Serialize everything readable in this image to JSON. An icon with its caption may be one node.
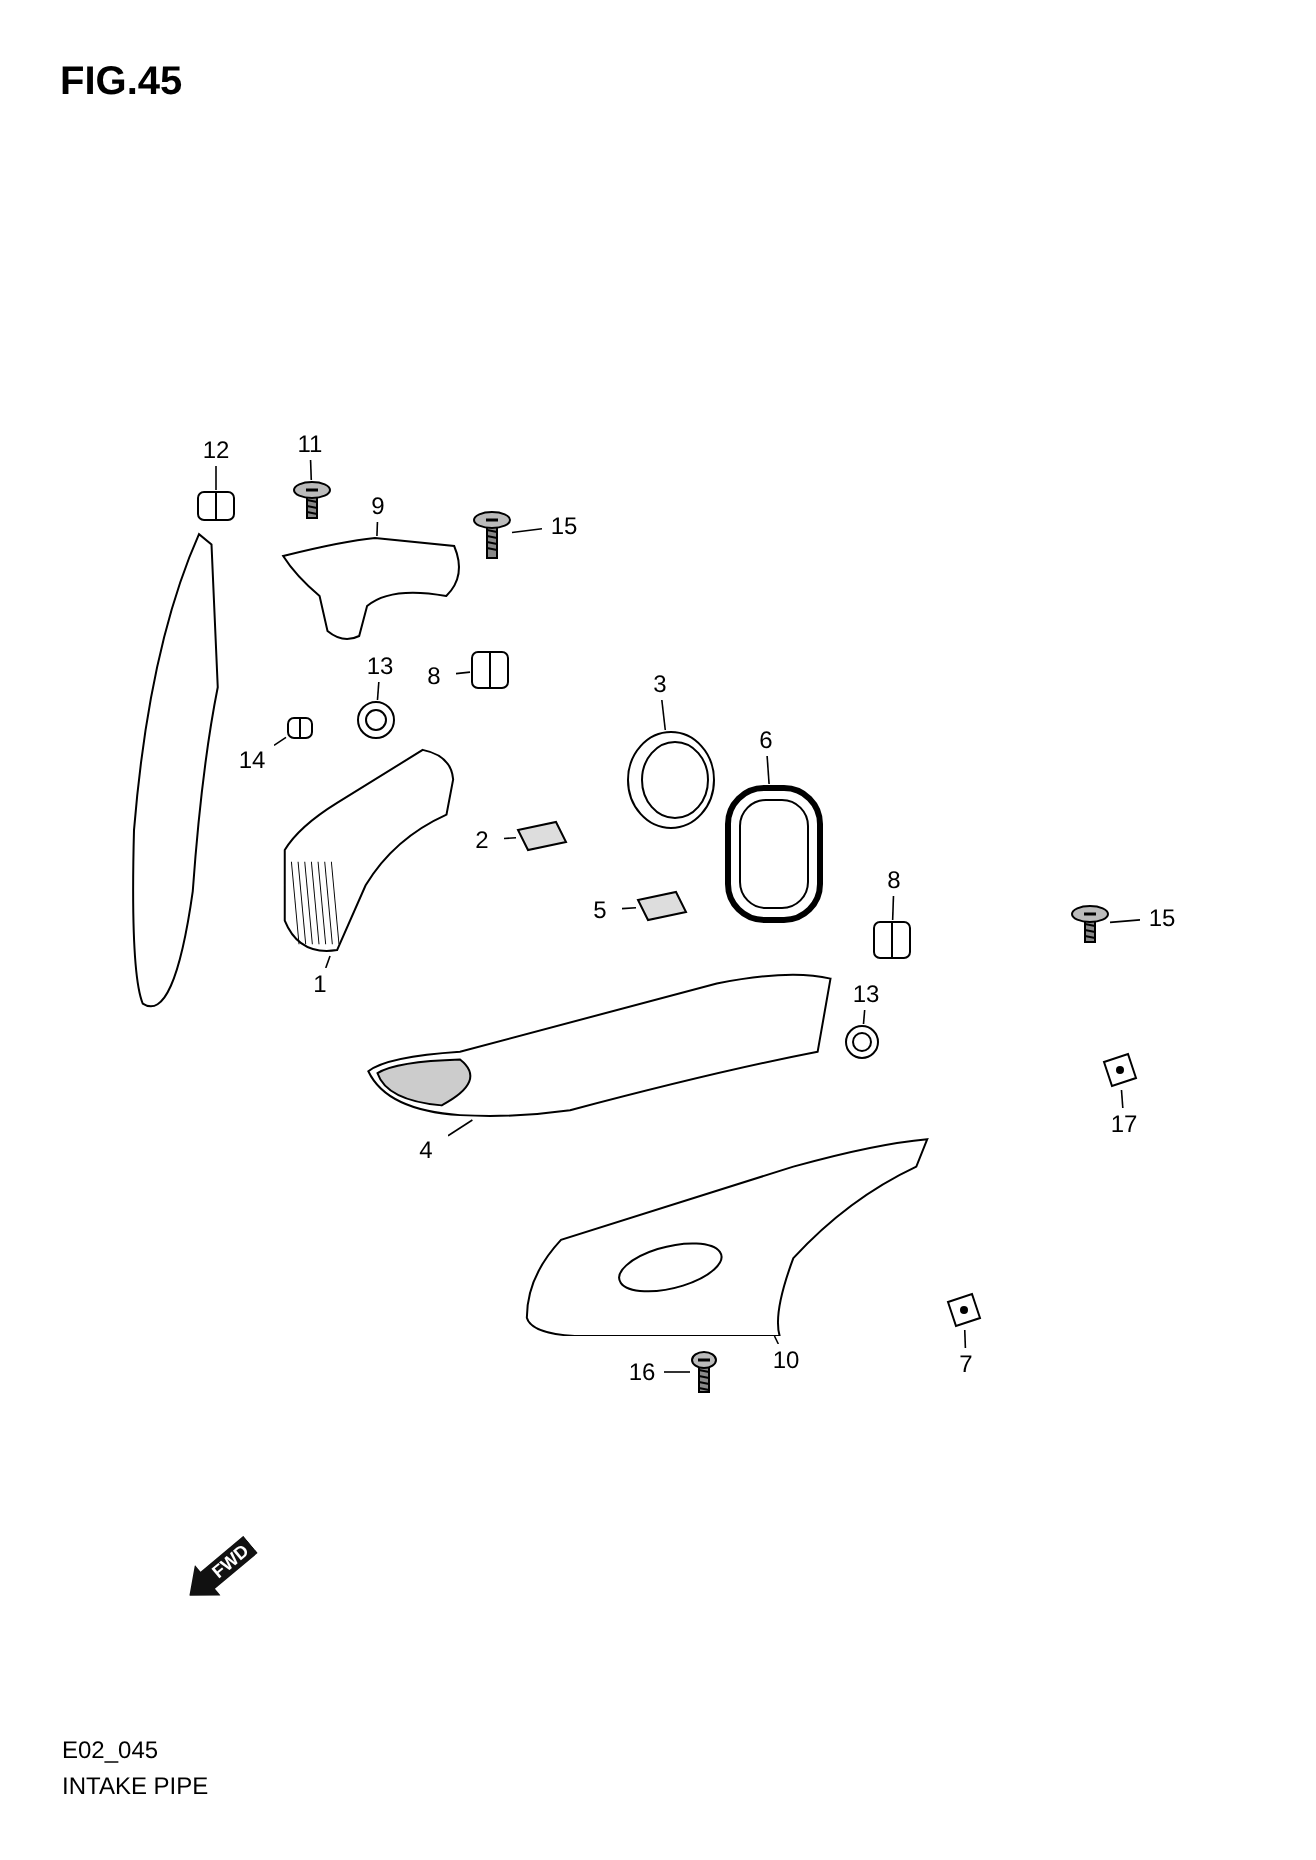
{
  "diagram": {
    "title": "FIG.45",
    "nodes": [
      {
        "text": [
          "12"
        ]
      },
      {
        "text": [],
        "shape": "picture"
      },
      {
        "text": [
          "11"
        ]
      },
      {
        "text": [],
        "shape": "picture"
      },
      {
        "text": [
          "9"
        ]
      },
      {
        "text": [],
        "shape": "picture"
      },
      {
        "text": [
          "15"
        ]
      },
      {
        "text": [],
        "shape": "picture"
      },
      {
        "text": [
          "13"
        ]
      },
      {
        "text": [],
        "shape": "picture"
      },
      {
        "text": [
          "8"
        ]
      },
      {
        "text": [],
        "shape": "picture"
      },
      {
        "text": [
          "3"
        ]
      },
      {
        "text": [],
        "shape": "picture"
      },
      {
        "text": [
          "14"
        ]
      },
      {
        "text": [],
        "shape": "picture"
      },
      {
        "text": [
          "6"
        ]
      },
      {
        "text": [],
        "shape": "picture"
      },
      {
        "text": [
          "2"
        ]
      },
      {
        "text": [],
        "shape": "picture"
      },
      {
        "text": [
          "8"
        ]
      },
      {
        "text": [],
        "shape": "picture"
      },
      {
        "text": [
          "15"
        ]
      },
      {
        "text": [],
        "shape": "picture"
      },
      {
        "text": [
          "5"
        ]
      },
      {
        "text": [],
        "shape": "picture"
      },
      {
        "text": [
          "13"
        ]
      },
      {
        "text": [],
        "shape": "picture"
      },
      {
        "text": [
          "1"
        ]
      },
      {
        "text": [],
        "shape": "picture"
      },
      {
        "text": [
          "17"
        ]
      },
      {
        "text": [],
        "shape": "picture"
      },
      {
        "text": [
          "4"
        ]
      },
      {
        "text": [],
        "shape": "picture"
      },
      {
        "text": [
          "10"
        ]
      },
      {
        "text": [],
        "shape": "picture"
      },
      {
        "text": [
          "16"
        ]
      },
      {
        "text": [],
        "shape": "picture"
      },
      {
        "text": [
          "7"
        ]
      },
      {
        "text": [],
        "shape": "picture"
      }
    ],
    "edges": [
      {
        "from": 0,
        "to": 1,
        "arrow": "none"
      },
      {
        "from": 2,
        "to": 3,
        "arrow": "none"
      },
      {
        "from": 4,
        "to": 5,
        "arrow": "none"
      },
      {
        "from": 6,
        "to": 7,
        "arrow": "none"
      },
      {
        "from": 8,
        "to": 9,
        "arrow": "none"
      },
      {
        "from": 10,
        "to": 11,
        "arrow": "none"
      },
      {
        "from": 12,
        "to": 13,
        "arrow": "none"
      },
      {
        "from": 14,
        "to": 15,
        "arrow": "none"
      },
      {
        "from": 16,
        "to": 17,
        "arrow": "none"
      },
      {
        "from": 18,
        "to": 19,
        "arrow": "none"
      },
      {
        "from": 20,
        "to": 21,
        "arrow": "none"
      },
      {
        "from": 22,
        "to": 23,
        "arrow": "none"
      },
      {
        "from": 24,
        "to": 25,
        "arrow": "none"
      },
      {
        "from": 26,
        "to": 27,
        "arrow": "none"
      },
      {
        "from": 28,
        "to": 29,
        "arrow": "none"
      },
      {
        "from": 30,
        "to": 31,
        "arrow": "none"
      },
      {
        "from": 32,
        "to": 33,
        "arrow": "none"
      },
      {
        "from": 34,
        "to": 35,
        "arrow": "none"
      },
      {
        "from": 36,
        "to": 37,
        "arrow": "none"
      },
      {
        "from": 38,
        "to": 39,
        "arrow": "none"
      }
    ],
    "labels": [
      "FWD",
      "E02_045",
      "INTAKE PIPE"
    ]
  }
}
